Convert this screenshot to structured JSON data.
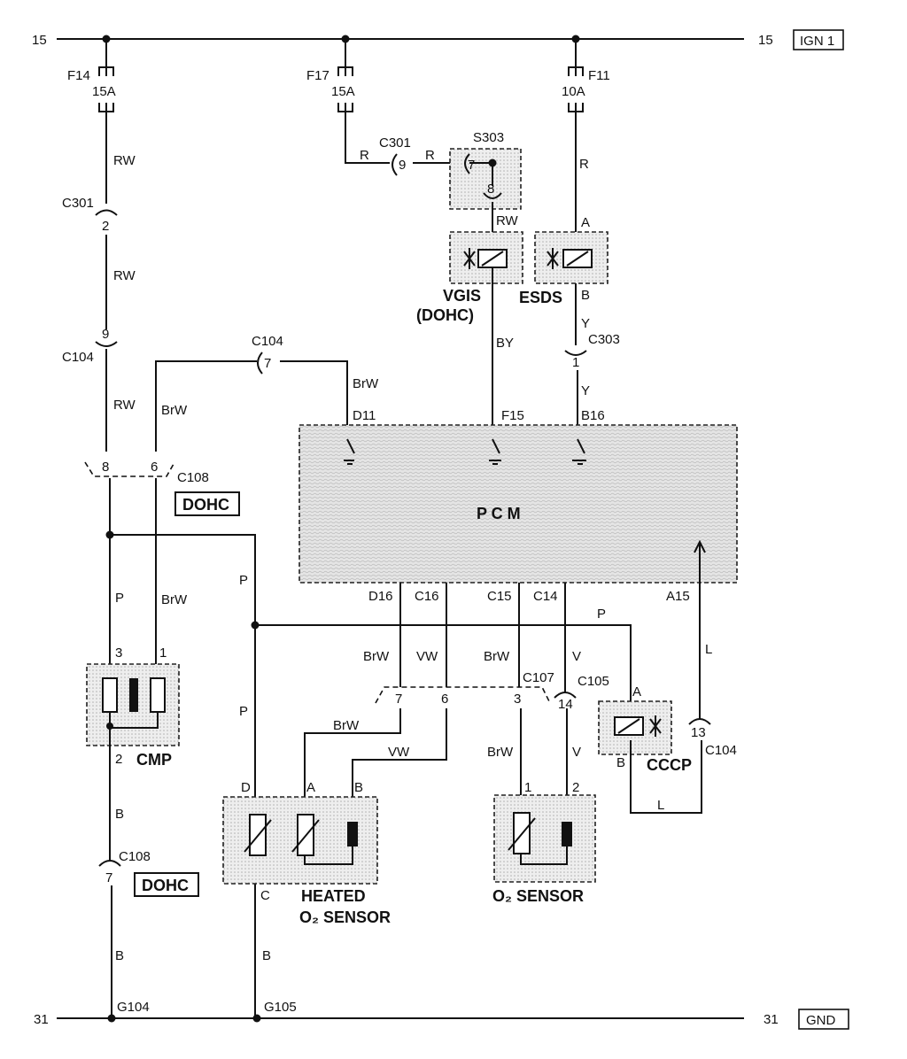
{
  "rails": {
    "top_left_num": "15",
    "top_right_num": "15",
    "top_tag": "IGN 1",
    "bottom_left_num": "31",
    "bottom_right_num": "31",
    "bottom_tag": "GND"
  },
  "fuses": [
    {
      "name": "F14",
      "rating": "15A"
    },
    {
      "name": "F17",
      "rating": "15A"
    },
    {
      "name": "F11",
      "rating": "10A"
    }
  ],
  "connectors": {
    "c301_2": {
      "name": "C301",
      "pin": "2"
    },
    "c301_9": {
      "name": "C301",
      "pin": "9"
    },
    "s303": {
      "name": "S303",
      "pin_in": "7",
      "pin_out": "8"
    },
    "c104_9": {
      "name": "C104",
      "pin": "9"
    },
    "c104_7": {
      "name": "C104",
      "pin": "7"
    },
    "c303_1": {
      "name": "C303",
      "pin": "1"
    },
    "c108_top": {
      "name": "C108",
      "pin_a": "8",
      "pin_b": "6"
    },
    "c108_bot": {
      "name": "C108",
      "pin": "7"
    },
    "c107": {
      "name": "C107",
      "pin_a": "7",
      "pin_b": "6",
      "pin_c": "3"
    },
    "c105_14": {
      "name": "C105",
      "pin": "14"
    },
    "c104_13": {
      "name": "C104",
      "pin": "13"
    }
  },
  "wires": {
    "rw1": "RW",
    "rw2": "RW",
    "rw3": "RW",
    "rw4": "RW",
    "r1": "R",
    "r2": "R",
    "r3": "R",
    "brw1": "BrW",
    "brw2": "BrW",
    "brw3": "BrW",
    "brw4": "BrW",
    "brw5": "BrW",
    "brw6": "BrW",
    "by": "BY",
    "y1": "Y",
    "y2": "Y",
    "p1": "P",
    "p2": "P",
    "p3": "P",
    "p4": "P",
    "vw1": "VW",
    "vw2": "VW",
    "v1": "V",
    "v2": "V",
    "b1": "B",
    "b2": "B",
    "l1": "L",
    "l2": "L"
  },
  "pcm_pins": {
    "d11": "D11",
    "f15": "F15",
    "b16": "B16",
    "d16": "D16",
    "c16": "C16",
    "c15": "C15",
    "c14": "C14",
    "a15": "A15"
  },
  "components": {
    "pcm": "P  C  M",
    "vgis_1": "VGIS",
    "vgis_2": "(DOHC)",
    "esds": "ESDS",
    "esds_pin_a": "A",
    "esds_pin_b": "B",
    "cmp": "CMP",
    "cmp_pin_3": "3",
    "cmp_pin_1": "1",
    "cmp_pin_2": "2",
    "dohc_tag_1": "DOHC",
    "dohc_tag_2": "DOHC",
    "heated_1": "HEATED",
    "heated_2": "O₂ SENSOR",
    "heated_pin_d": "D",
    "heated_pin_a": "A",
    "heated_pin_b": "B",
    "heated_pin_c": "C",
    "o2": "O₂ SENSOR",
    "o2_pin_1": "1",
    "o2_pin_2": "2",
    "cccp": "CCCP",
    "cccp_pin_a": "A",
    "cccp_pin_b": "B"
  },
  "grounds": {
    "g104": "G104",
    "g105": "G105"
  }
}
